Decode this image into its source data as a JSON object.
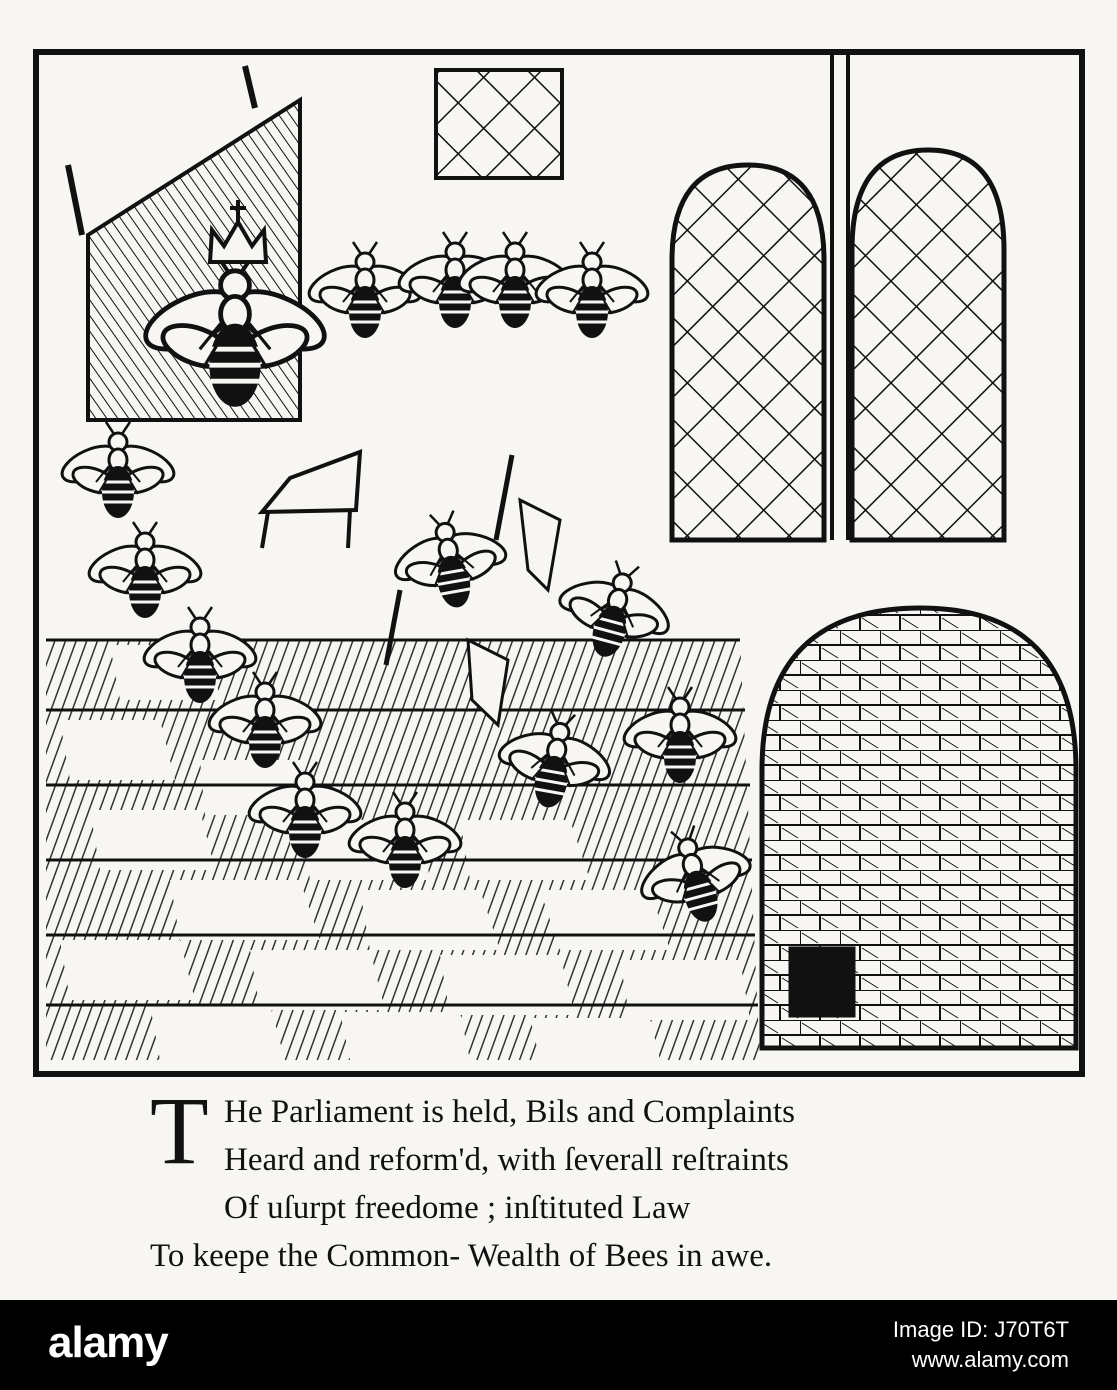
{
  "caption": {
    "dropcap": "T",
    "lines": [
      "He Parliament is held, Bils and Complaints",
      "Heard and reform'd, with ſeverall reſtraints",
      "Of uſurpt freedome ; inſtituted Law",
      "To keepe the Common- Wealth of Bees in awe."
    ]
  },
  "footer": {
    "logo": "alamy",
    "image_id": "Image ID: J70T6T",
    "site": "www.alamy.com"
  },
  "colors": {
    "ink": "#111111",
    "paper": "#f7f6f3",
    "footer_bg": "#000000",
    "footer_text": "#ffffff"
  },
  "illustration": {
    "subject": "woodcut of bees parliament",
    "icons": [
      "throne-icon",
      "queen-bee-icon",
      "crown-icon",
      "window-icon",
      "beehive-icon",
      "bee-icon",
      "flag-icon",
      "table-icon"
    ]
  }
}
